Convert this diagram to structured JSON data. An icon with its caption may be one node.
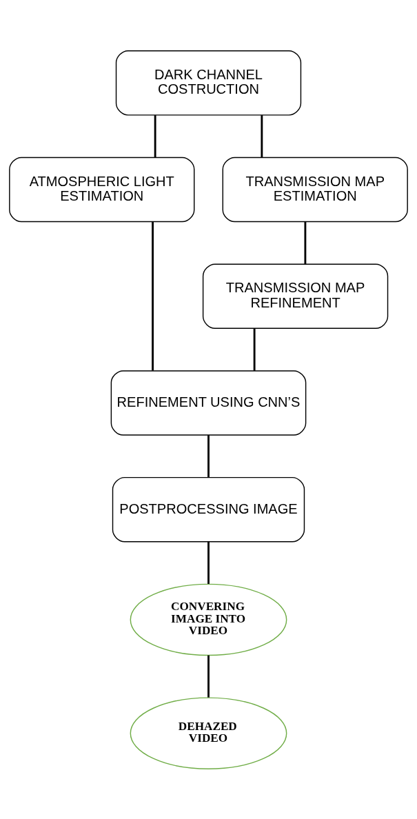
{
  "diagram": {
    "nodes": [
      {
        "text": [
          "DARK CHANNEL COSTRUCTION"
        ]
      },
      {
        "text": [
          "ATMOSPHERIC LIGHT ESTIMATION"
        ]
      },
      {
        "text": [
          "TRANSMISSION MAP ESTIMATION"
        ]
      },
      {
        "text": [
          "TRANSMISSION MAP REFINEMENT"
        ]
      },
      {
        "text": [
          "REFINEMENT USING CNN’S"
        ]
      },
      {
        "text": [
          "POSTPROCESSING IMAGE"
        ]
      },
      {
        "text": [
          "CONVERING IMAGE INTO VIDEO"
        ]
      },
      {
        "text": [
          "DEHAZED VIDEO"
        ]
      }
    ],
    "edges": [
      {
        "from": 0,
        "to": 1,
        "arrow": "none"
      },
      {
        "from": 0,
        "to": 2,
        "arrow": "none"
      },
      {
        "from": 2,
        "to": 3,
        "arrow": "none"
      },
      {
        "from": 1,
        "to": 4,
        "arrow": "none"
      },
      {
        "from": 3,
        "to": 4,
        "arrow": "none"
      },
      {
        "from": 4,
        "to": 5,
        "arrow": "none"
      },
      {
        "from": 5,
        "to": 6,
        "arrow": "none"
      },
      {
        "from": 6,
        "to": 7,
        "arrow": "none"
      }
    ]
  }
}
